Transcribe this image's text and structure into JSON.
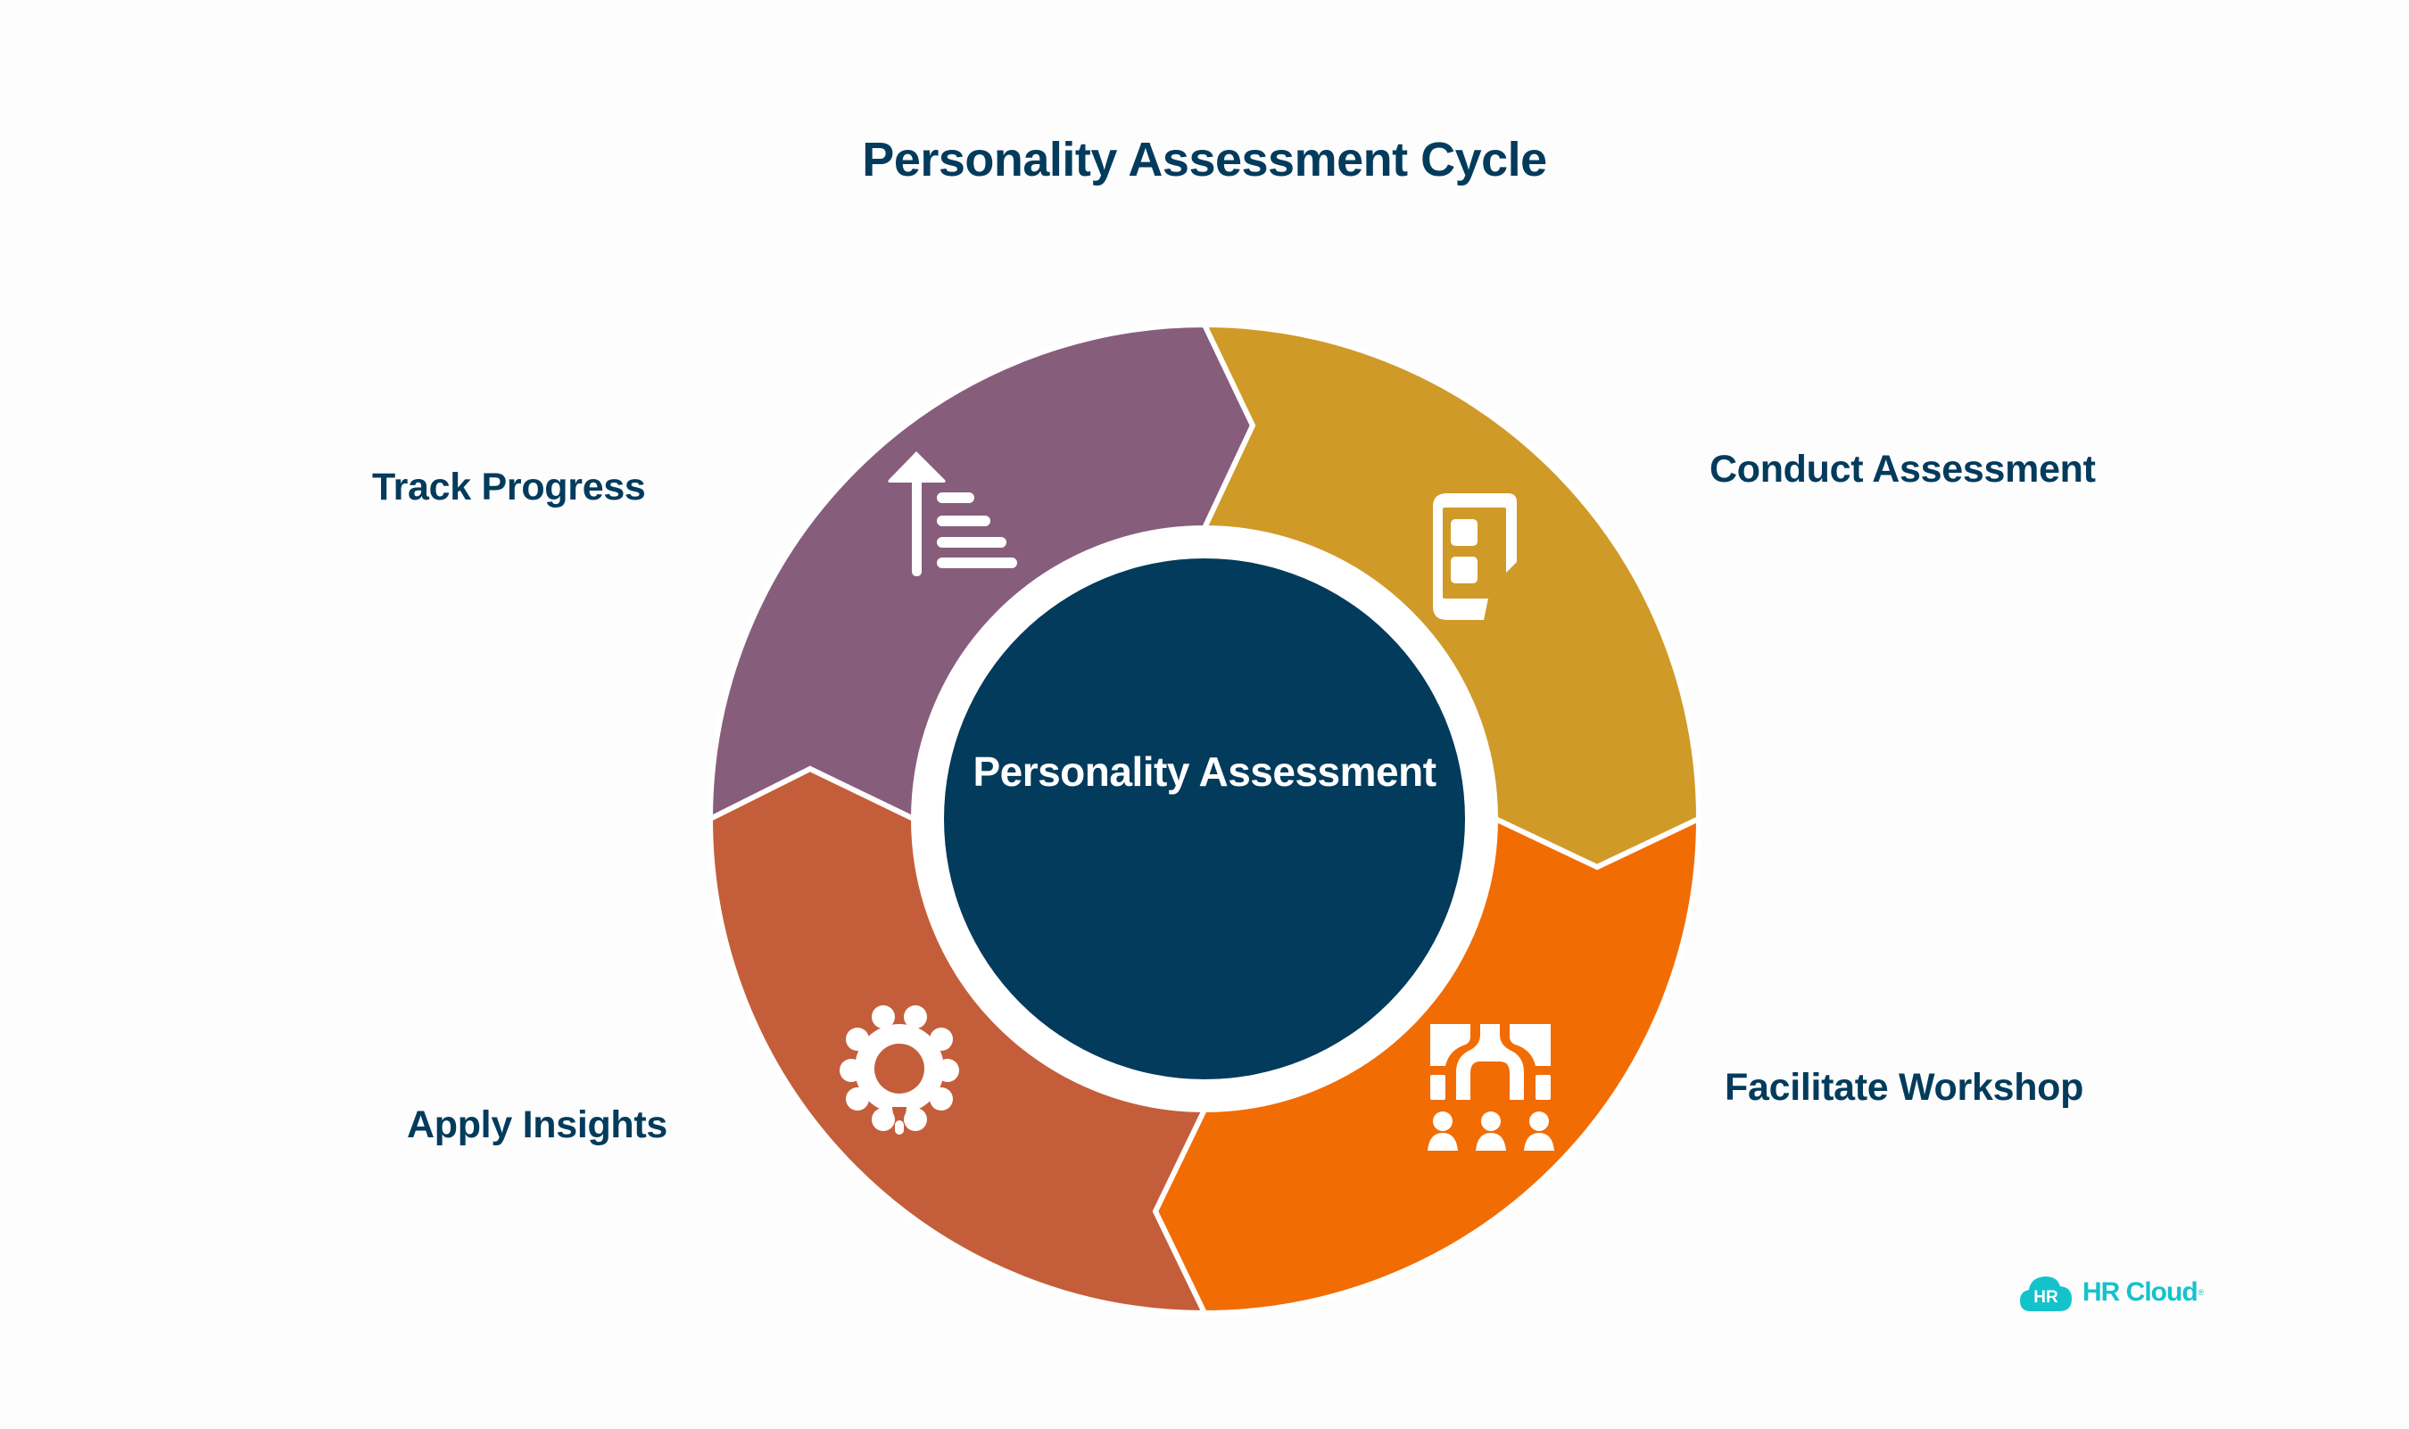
{
  "title": "Personality Assessment Cycle",
  "center": {
    "label": "Personality Assessment",
    "color": "#033b5c"
  },
  "steps": [
    {
      "label": "Conduct Assessment",
      "icon": "assessment-form-icon",
      "color": "#d09a28",
      "position": "top-right"
    },
    {
      "label": "Facilitate Workshop",
      "icon": "workshop-presentation-icon",
      "color": "#f26c04",
      "position": "bottom-right"
    },
    {
      "label": "Apply Insights",
      "icon": "gear-lightbulb-icon",
      "color": "#c45e3a",
      "position": "bottom-left"
    },
    {
      "label": "Track Progress",
      "icon": "progress-arrow-icon",
      "color": "#875d7c",
      "position": "top-left"
    }
  ],
  "logo": {
    "badge": "HR",
    "text": "HR Cloud",
    "mark": "®",
    "color": "#14c2cc"
  }
}
